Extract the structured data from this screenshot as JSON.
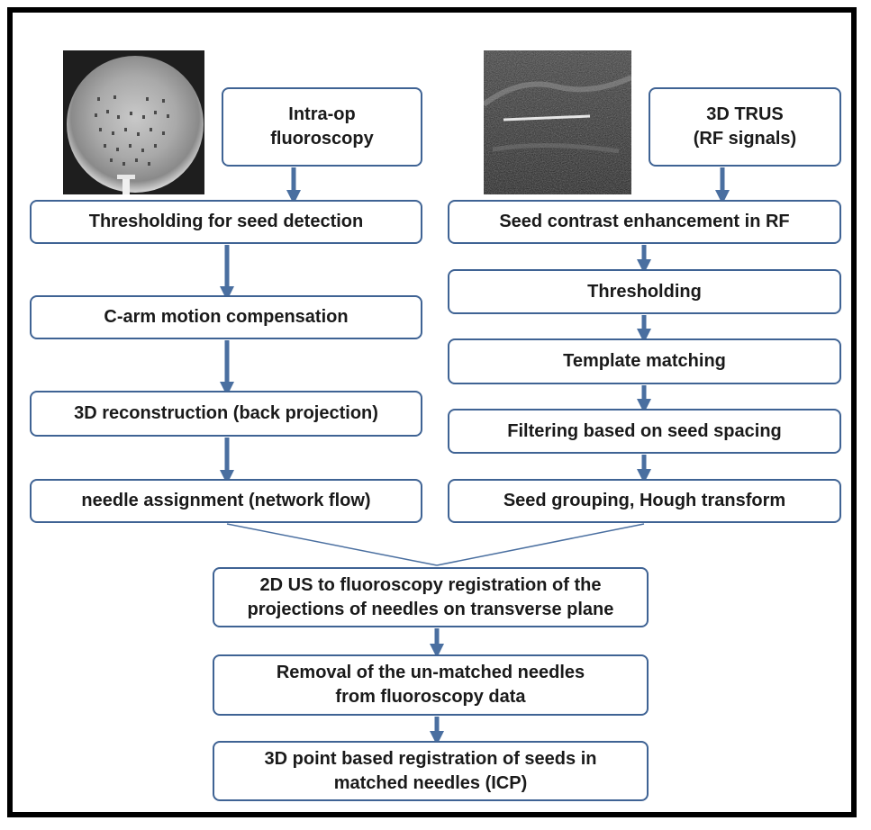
{
  "colors": {
    "node_border": "#3f6394",
    "arrow": "#4a6fa0",
    "frame": "#000000",
    "text": "#1a1a1a"
  },
  "nodes": {
    "fluoro_source": "Intra-op\nfluoroscopy",
    "trus_source": "3D TRUS\n(RF signals)",
    "threshold_seed": "Thresholding for seed detection",
    "carm": "C-arm motion compensation",
    "recon": "3D reconstruction (back projection)",
    "needle_assign": "needle assignment (network flow)",
    "contrast": "Seed contrast enhancement in RF",
    "thresholding": "Thresholding",
    "template": "Template matching",
    "filtering": "Filtering based on seed spacing",
    "grouping": "Seed grouping, Hough transform",
    "registration_2d": "2D US to fluoroscopy registration of the\nprojections of needles on transverse plane",
    "removal": "Removal of the un-matched needles\nfrom fluoroscopy data",
    "registration_3d": "3D point based registration of seeds in\nmatched needles (ICP)"
  }
}
